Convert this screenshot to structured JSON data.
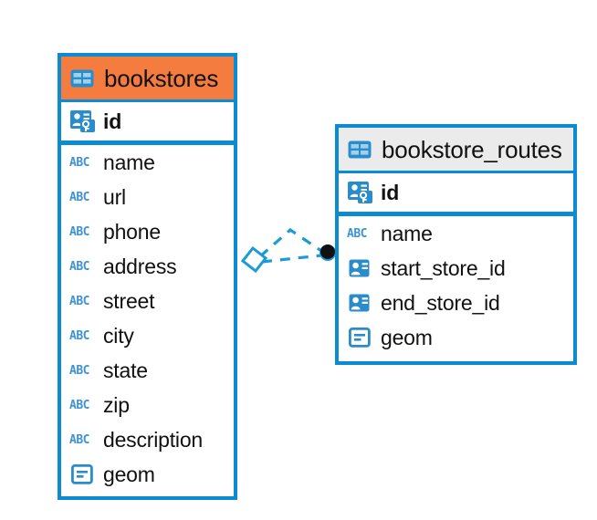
{
  "diagram": {
    "type": "entity-relationship-diagram",
    "background": "#FFFFFF",
    "colors": {
      "border": "#0A8BD2",
      "accent_orange": "#F57C3F",
      "accent_gray": "#EBEBEB",
      "icon_blue": "#2B8CCB",
      "abc_blue": "#3E93D0",
      "text": "#111111",
      "connector": "#1B9AD6",
      "endpoint_dot": "#111111"
    },
    "entities": [
      {
        "name": "bookstores",
        "title": "bookstores",
        "header_style": "accent-orange",
        "header_icon": "table-icon",
        "selected": true,
        "primary_key": {
          "label": "id",
          "icon": "primary-key-icon"
        },
        "fields": [
          {
            "label": "name",
            "icon": "abc-icon",
            "icon_text": "ABC"
          },
          {
            "label": "url",
            "icon": "abc-icon",
            "icon_text": "ABC"
          },
          {
            "label": "phone",
            "icon": "abc-icon",
            "icon_text": "ABC"
          },
          {
            "label": "address",
            "icon": "abc-icon",
            "icon_text": "ABC"
          },
          {
            "label": "street",
            "icon": "abc-icon",
            "icon_text": "ABC"
          },
          {
            "label": "city",
            "icon": "abc-icon",
            "icon_text": "ABC"
          },
          {
            "label": "state",
            "icon": "abc-icon",
            "icon_text": "ABC"
          },
          {
            "label": "zip",
            "icon": "abc-icon",
            "icon_text": "ABC"
          },
          {
            "label": "description",
            "icon": "abc-icon",
            "icon_text": "ABC"
          },
          {
            "label": "geom",
            "icon": "geometry-icon"
          }
        ]
      },
      {
        "name": "bookstore_routes",
        "title": "bookstore_routes",
        "header_style": "accent-gray",
        "header_icon": "table-icon",
        "selected": false,
        "primary_key": {
          "label": "id",
          "icon": "primary-key-icon"
        },
        "fields": [
          {
            "label": "name",
            "icon": "abc-icon",
            "icon_text": "ABC"
          },
          {
            "label": "start_store_id",
            "icon": "foreign-key-icon"
          },
          {
            "label": "end_store_id",
            "icon": "foreign-key-icon"
          },
          {
            "label": "geom",
            "icon": "geometry-icon"
          }
        ]
      }
    ],
    "relationship": {
      "style": "dashed",
      "source_entity": "bookstores",
      "target_entity": "bookstore_routes",
      "source_endpoint": "diamond-endpoint",
      "target_endpoint": "filled-circle-endpoint"
    }
  }
}
